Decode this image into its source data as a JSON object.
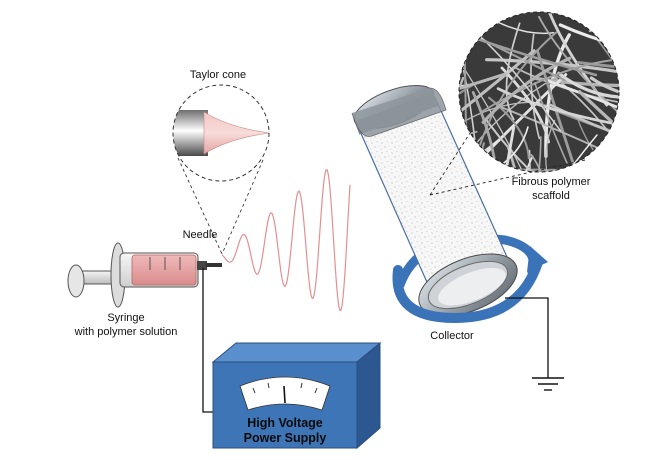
{
  "labels": {
    "taylor_cone": "Taylor cone",
    "needle": "Needle",
    "syringe_line1": "Syringe",
    "syringe_line2": "with polymer solution",
    "collector": "Collector",
    "scaffold_line1": "Fibrous polymer",
    "scaffold_line2": "scaffold",
    "psu_line1": "High Voltage",
    "psu_line2": "Power Supply"
  },
  "colors": {
    "power_supply_front": "#3e75b6",
    "power_supply_top": "#5a8fcd",
    "power_supply_side": "#2c5790",
    "rotation_arrow": "#3b73b9",
    "polymer_solution": "#e8a0a0",
    "jet": "#e29090",
    "scaffold_bg": "#3c3c3c"
  },
  "icons": {
    "ground": "ground-symbol-icon",
    "rotation": "rotation-arrow-icon",
    "meter": "voltmeter-dial-icon"
  }
}
